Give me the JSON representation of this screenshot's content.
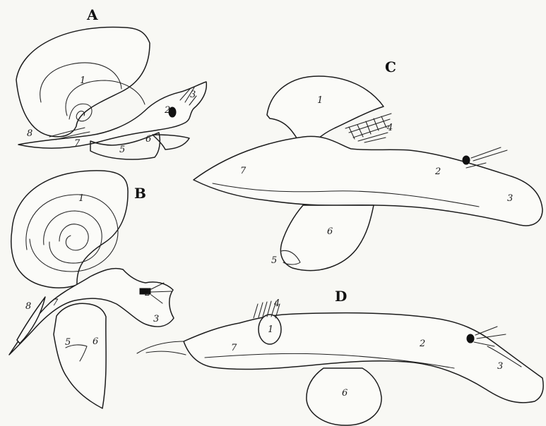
{
  "figure": {
    "panels": {
      "a": "A",
      "b": "B",
      "c": "C",
      "d": "D"
    },
    "numbers": {
      "one": "1",
      "two": "2",
      "three": "3",
      "four": "4",
      "five": "5",
      "six": "6",
      "seven": "7",
      "eight": "8"
    },
    "colors": {
      "background": "#f8f8f4",
      "ink": "#1f1f1f"
    }
  }
}
